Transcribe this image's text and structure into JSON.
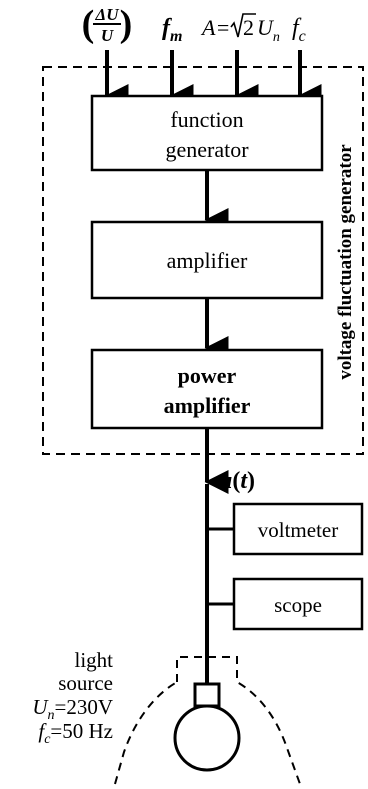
{
  "inputs": {
    "delta_u_num": "ΔU",
    "delta_u_den": "U",
    "fm_base": "f",
    "fm_sub": "m",
    "amp_prefix": "A=",
    "amp_radicand": "2",
    "amp_u": "U",
    "amp_sub": "n",
    "fc_base": "f",
    "fc_sub": "c"
  },
  "group_label": "voltage fluctuation generator",
  "blocks": {
    "function_generator_line1": "function",
    "function_generator_line2": "generator",
    "amplifier": "amplifier",
    "power_amplifier_line1": "power",
    "power_amplifier_line2": "amplifier"
  },
  "signal": {
    "base": "u",
    "open": "(",
    "var": "t",
    "close": ")"
  },
  "instruments": {
    "voltmeter": "voltmeter",
    "scope": "scope"
  },
  "light_source": {
    "line1": "light",
    "line2": "source",
    "un_base": "U",
    "un_sub": "n",
    "un_value": "=230V",
    "fc_base": "f",
    "fc_sub": "c",
    "fc_value": "=50 Hz"
  }
}
